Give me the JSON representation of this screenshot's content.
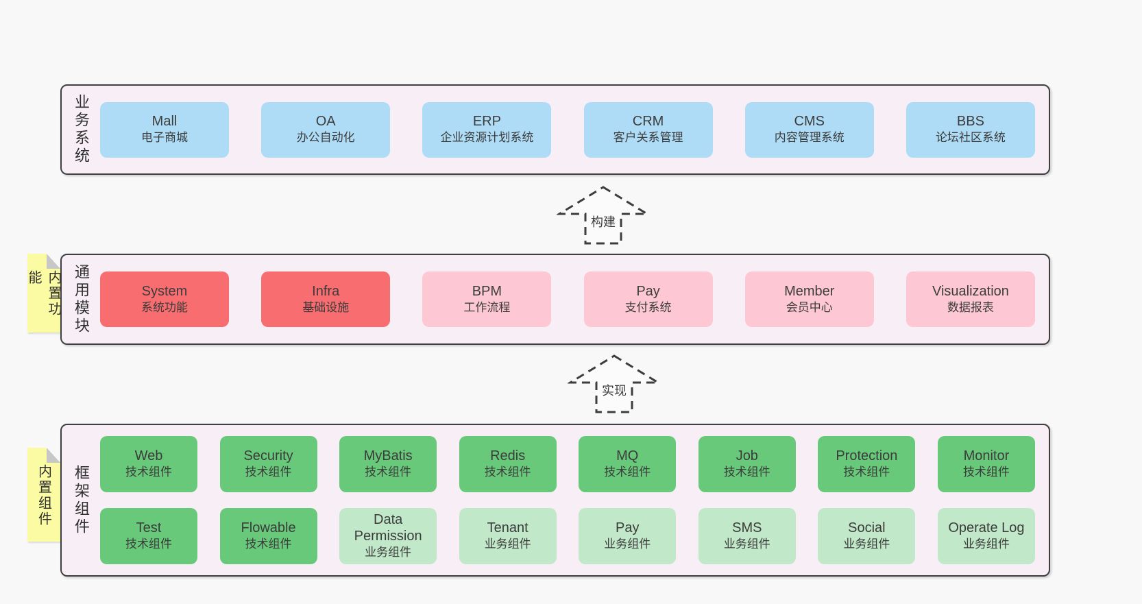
{
  "palette": {
    "page_bg": "#f8f8f8",
    "band_bg": "#f8eef6",
    "band_border": "#3f3f3f",
    "blue": "#aedcf6",
    "red": "#f76d70",
    "pink": "#fdc8d3",
    "green": "#67c979",
    "green_light": "#c1e8c8",
    "sticky_yellow": "#fbfba4",
    "text": "#3c3c3c"
  },
  "bands": [
    {
      "label": "业务系统",
      "sticky": "",
      "rows": [
        [
          {
            "title": "Mall",
            "subtitle": "电子商城",
            "variant": "blue"
          },
          {
            "title": "OA",
            "subtitle": "办公自动化",
            "variant": "blue"
          },
          {
            "title": "ERP",
            "subtitle": "企业资源计划系统",
            "variant": "blue"
          },
          {
            "title": "CRM",
            "subtitle": "客户关系管理",
            "variant": "blue"
          },
          {
            "title": "CMS",
            "subtitle": "内容管理系统",
            "variant": "blue"
          },
          {
            "title": "BBS",
            "subtitle": "论坛社区系统",
            "variant": "blue"
          }
        ]
      ]
    },
    {
      "label": "通用模块",
      "sticky": "内置功能",
      "rows": [
        [
          {
            "title": "System",
            "subtitle": "系统功能",
            "variant": "red"
          },
          {
            "title": "Infra",
            "subtitle": "基础设施",
            "variant": "red"
          },
          {
            "title": "BPM",
            "subtitle": "工作流程",
            "variant": "pink"
          },
          {
            "title": "Pay",
            "subtitle": "支付系统",
            "variant": "pink"
          },
          {
            "title": "Member",
            "subtitle": "会员中心",
            "variant": "pink"
          },
          {
            "title": "Visualization",
            "subtitle": "数据报表",
            "variant": "pink"
          }
        ]
      ]
    },
    {
      "label": "框架组件",
      "sticky": "内置组件",
      "rows": [
        [
          {
            "title": "Web",
            "subtitle": "技术组件",
            "variant": "green"
          },
          {
            "title": "Security",
            "subtitle": "技术组件",
            "variant": "green"
          },
          {
            "title": "MyBatis",
            "subtitle": "技术组件",
            "variant": "green"
          },
          {
            "title": "Redis",
            "subtitle": "技术组件",
            "variant": "green"
          },
          {
            "title": "MQ",
            "subtitle": "技术组件",
            "variant": "green"
          },
          {
            "title": "Job",
            "subtitle": "技术组件",
            "variant": "green"
          },
          {
            "title": "Protection",
            "subtitle": "技术组件",
            "variant": "green"
          },
          {
            "title": "Monitor",
            "subtitle": "技术组件",
            "variant": "green"
          }
        ],
        [
          {
            "title": "Test",
            "subtitle": "技术组件",
            "variant": "green"
          },
          {
            "title": "Flowable",
            "subtitle": "技术组件",
            "variant": "green"
          },
          {
            "title": "Data Permission",
            "subtitle": "业务组件",
            "variant": "green-light"
          },
          {
            "title": "Tenant",
            "subtitle": "业务组件",
            "variant": "green-light"
          },
          {
            "title": "Pay",
            "subtitle": "业务组件",
            "variant": "green-light"
          },
          {
            "title": "SMS",
            "subtitle": "业务组件",
            "variant": "green-light"
          },
          {
            "title": "Social",
            "subtitle": "业务组件",
            "variant": "green-light"
          },
          {
            "title": "Operate Log",
            "subtitle": "业务组件",
            "variant": "green-light"
          }
        ]
      ]
    }
  ],
  "arrows": [
    {
      "label": "构建"
    },
    {
      "label": "实现"
    }
  ]
}
